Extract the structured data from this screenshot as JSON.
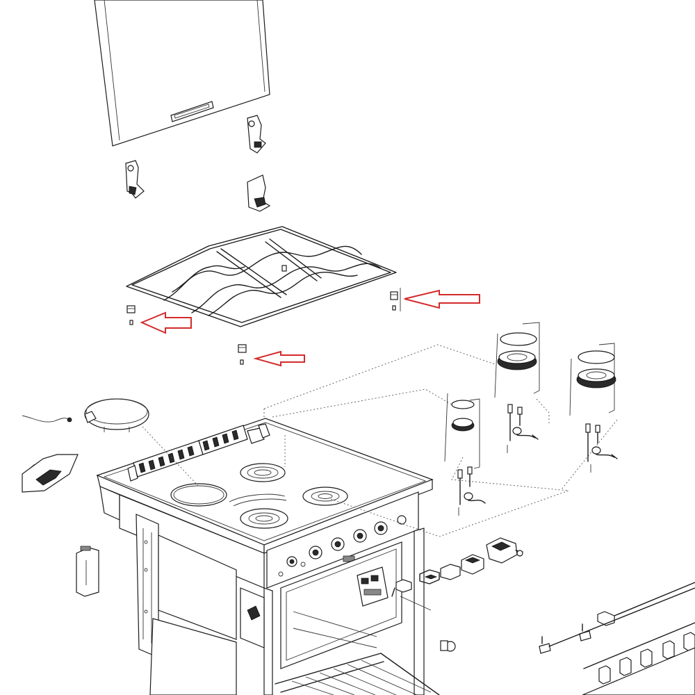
{
  "colors": {
    "line": "#1a1a1a",
    "arrow": "#d42a2a",
    "background": "#ffffff"
  },
  "icons": {
    "arrow_style": "outline-left-arrow"
  },
  "callouts": [
    {
      "id": "arrow-1",
      "points_to": "rubber-foot-left"
    },
    {
      "id": "arrow-2",
      "points_to": "rubber-foot-right"
    },
    {
      "id": "arrow-3",
      "points_to": "rubber-foot-center"
    }
  ]
}
